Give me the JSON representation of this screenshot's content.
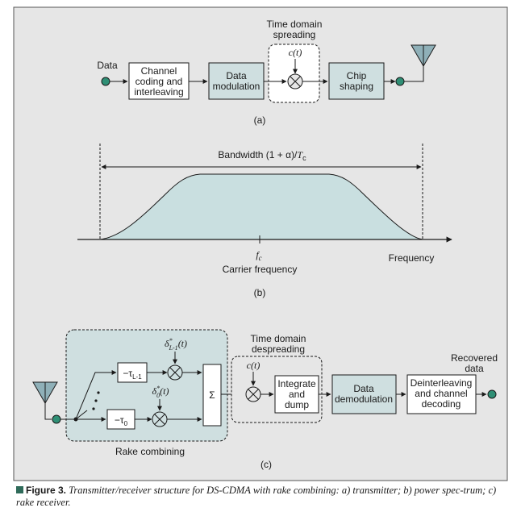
{
  "colors": {
    "panel_bg": "#e6e6e6",
    "block_fill": "#cfdfe0",
    "node": "#2f8f75",
    "dark": "#1a1a1a",
    "spectrum": "#c9dfe0"
  },
  "panel_a": {
    "data_label": "Data",
    "channel_coding": [
      "Channel",
      "coding and",
      "interleaving"
    ],
    "data_modulation": [
      "Data",
      "modulation"
    ],
    "spreading_title": [
      "Time domain",
      "spreading"
    ],
    "ct": "c(t)",
    "chip_shaping": [
      "Chip",
      "shaping"
    ],
    "caption": "(a)"
  },
  "panel_b": {
    "bandwidth_prefix": "Bandwidth (1 + α)/",
    "bandwidth_var": "T",
    "bandwidth_sub": "c",
    "fc_var": "f",
    "fc_sub": "c",
    "carrier": "Carrier frequency",
    "frequency": "Frequency",
    "caption": "(b)"
  },
  "panel_c": {
    "delta_top": "δ",
    "delta_top_sup": "*",
    "delta_top_sub": "L-1",
    "delta_top_arg": "(t)",
    "delta_bot": "δ",
    "delta_bot_sup": "*",
    "delta_bot_sub": "0",
    "delta_bot_arg": "(t)",
    "tau_top": "−τ",
    "tau_top_sub": "L-1",
    "tau_bot": "−τ",
    "tau_bot_sub": "0",
    "sigma": "Σ",
    "rake_label": "Rake combining",
    "despreading_title": [
      "Time domain",
      "despreading"
    ],
    "ct": "c(t)",
    "integrate": [
      "Integrate",
      "and",
      "dump"
    ],
    "demod": [
      "Data",
      "demodulation"
    ],
    "deinterleave": [
      "Deinterleaving",
      "and channel",
      "decoding"
    ],
    "recovered": [
      "Recovered",
      "data"
    ],
    "caption": "(c)"
  },
  "caption": {
    "label": "Figure 3.",
    "text": "Transmitter/receiver structure for DS-CDMA with rake combining: a) transmitter; b) power spec-trum; c) rake receiver."
  }
}
